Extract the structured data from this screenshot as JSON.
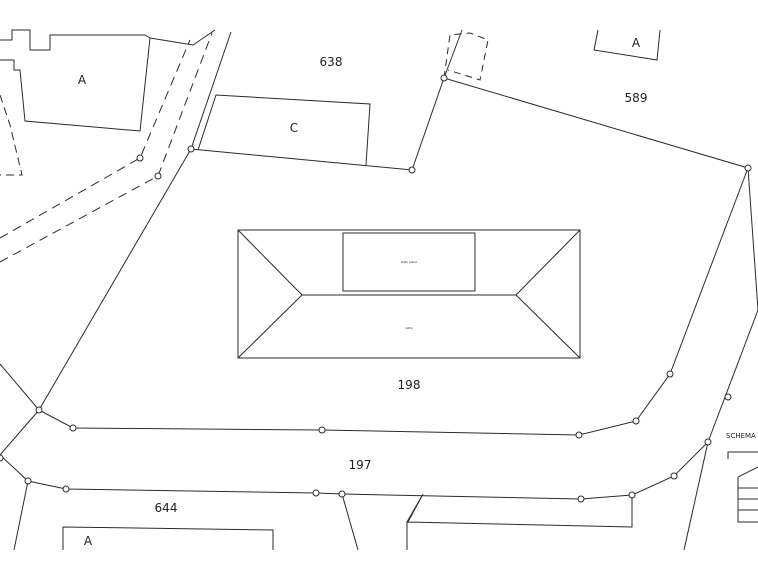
{
  "parcels": {
    "p638": "638",
    "p589": "589",
    "p198": "198",
    "p197": "197",
    "p644": "644"
  },
  "buildings": {
    "a_top_left": "A",
    "a_top_right": "A",
    "a_bottom_left": "A",
    "c_center": "C"
  },
  "roof": {
    "flat_label": "tetto piano",
    "pitched_label": "tetto"
  },
  "schema": {
    "label": "SCHEMA SE"
  },
  "colors": {
    "line": "#2b2b2b",
    "background": "#ffffff"
  }
}
